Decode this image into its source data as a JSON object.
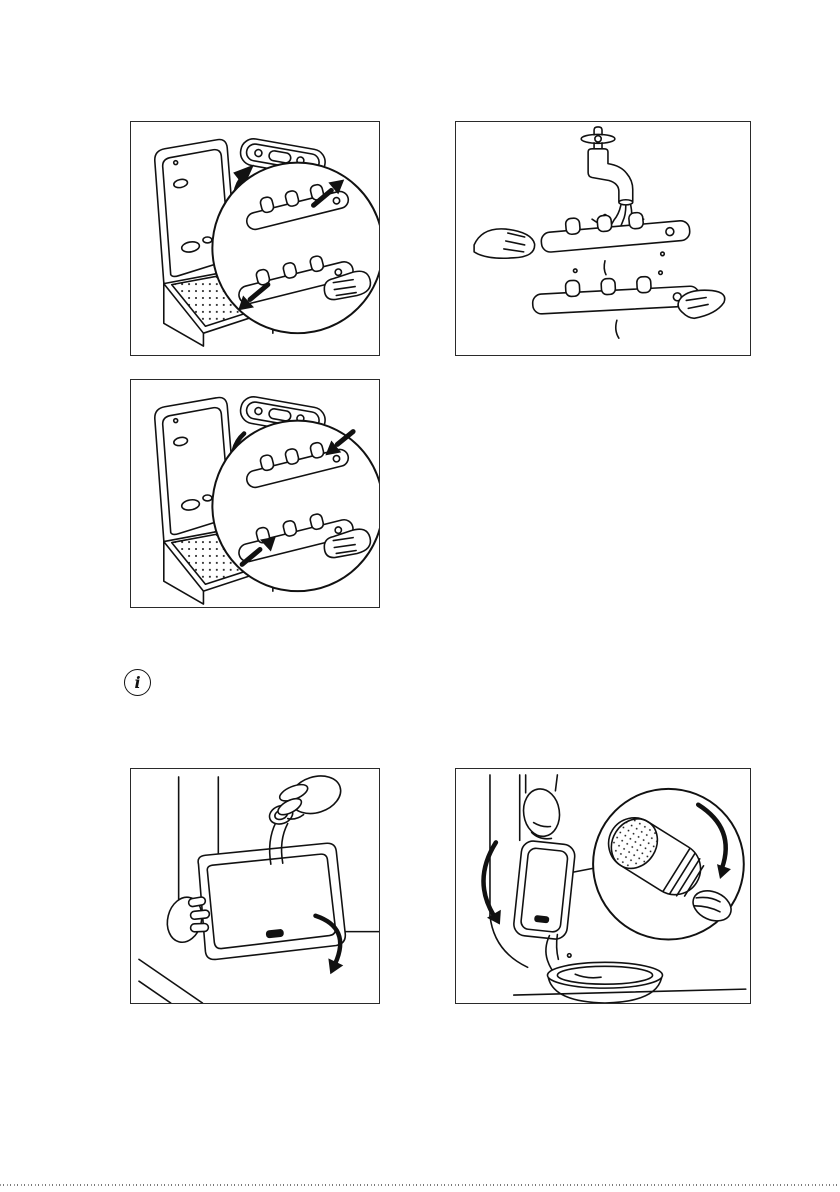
{
  "colors": {
    "ink": "#111111",
    "paper": "#ffffff"
  },
  "info_note": {
    "glyph": "i",
    "icon": "info-icon"
  },
  "figures": {
    "remove": {
      "alt": "open-lid-remove-two-dispenser-combs-arrows-outward"
    },
    "rinse": {
      "alt": "rinse-dispenser-combs-under-running-tap"
    },
    "refit": {
      "alt": "refit-two-dispenser-combs-arrows-inward"
    },
    "flap": {
      "alt": "open-drain-flap-pull-out-emergency-hose-cap"
    },
    "drain": {
      "alt": "drain-water-into-bowl-unscrew-filter-detail"
    }
  }
}
